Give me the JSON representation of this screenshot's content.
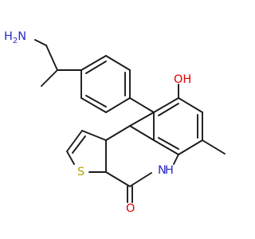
{
  "molecule": {
    "colors": {
      "bond": "#1a1a1a",
      "nitrogen": "#2a2ac8",
      "oxygen": "#e00000",
      "sulfur": "#b0a000",
      "background": "#ffffff"
    },
    "labels": {
      "amine": {
        "main": "H",
        "sub": "2",
        "tail": "N"
      },
      "hydroxyl": {
        "text": "OH"
      },
      "carbonyl_oxygen": {
        "text": "O"
      },
      "ring_nh": {
        "text": "N",
        "h": "H"
      },
      "thiophene_s": {
        "text": "S"
      }
    }
  }
}
